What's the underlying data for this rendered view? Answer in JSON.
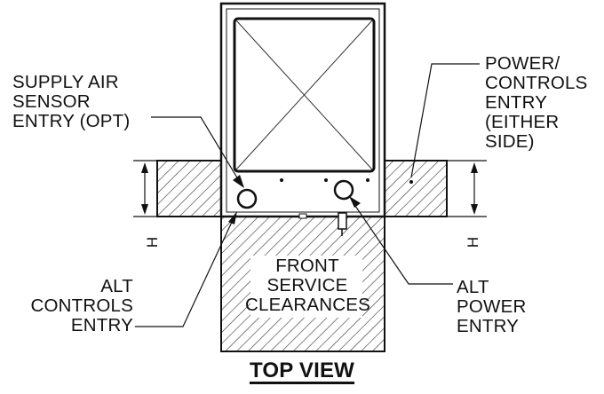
{
  "labels": {
    "supply_air": "SUPPLY AIR\nSENSOR\nENTRY (OPT)",
    "power_controls": "POWER/\nCONTROLS\nENTRY\n(EITHER\nSIDE)",
    "alt_controls": "ALT\nCONTROLS\nENTRY",
    "front_service": "FRONT\nSERVICE\nCLEARANCES",
    "alt_power": "ALT\nPOWER\nENTRY",
    "title": "TOP VIEW",
    "dim_left": "H",
    "dim_right": "H"
  }
}
